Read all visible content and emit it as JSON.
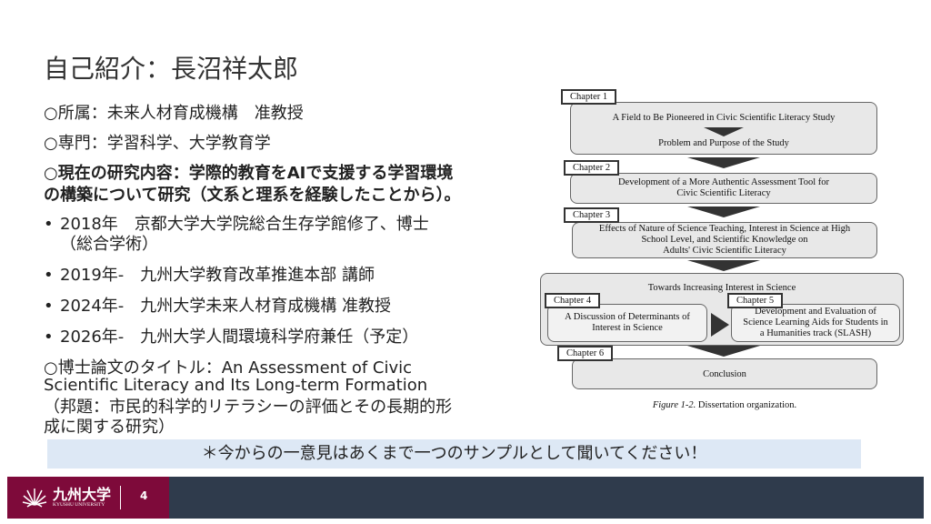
{
  "slide": {
    "title": "自己紹介：長沼祥太郎",
    "affiliation": "○所属：未来人材育成機構　准教授",
    "specialty": "○専門：学習科学、大学教育学",
    "research_1": "○現在の研究内容：学際的教育をAIで支援する学習環境",
    "research_2": "の構築について研究（文系と理系を経験したことから）。",
    "history": [
      {
        "line1": "2018年　京都大学大学院総合生存学館修了、博士",
        "line2": "（総合学術）"
      },
      {
        "line1": "2019年-　九州大学教育改革推進本部 講師"
      },
      {
        "line1": "2024年-　九州大学未来人材育成機構 准教授"
      },
      {
        "line1": "2026年-　九州大学人間環境科学府兼任（予定）"
      }
    ],
    "thesis_1": "○博士論文のタイトル：An Assessment of Civic",
    "thesis_2": "Scientific Literacy and Its Long-term Formation",
    "thesis_3": "（邦題：市民的科学的リテラシーの評価とその長期的形",
    "thesis_4": "成に関する研究）",
    "notice": "＊今からの一意見はあくまで一つのサンプルとして聞いてください！"
  },
  "figure": {
    "ch1": "Chapter 1",
    "ch1_a": "A Field to Be Pioneered in Civic Scientific Literacy Study",
    "ch1_b": "Problem and Purpose of the Study",
    "ch2": "Chapter 2",
    "ch2_a": "Development of a More Authentic Assessment Tool for",
    "ch2_b": "Civic Scientific Literacy",
    "ch3": "Chapter 3",
    "ch3_a": "Effects of Nature of Science Teaching, Interest in Science at High",
    "ch3_b": "School Level, and Scientific Knowledge on",
    "ch3_c": "Adults' Civic Scientific Literacy",
    "group": "Towards Increasing Interest in Science",
    "ch4": "Chapter 4",
    "ch4_a": "A Discussion of Determinants of",
    "ch4_b": "Interest in Science",
    "ch5": "Chapter 5",
    "ch5_a": "Development and Evaluation of",
    "ch5_b": "Science Learning Aids for Students in",
    "ch5_c": "a Humanities track (SLASH)",
    "ch6": "Chapter 6",
    "ch6_a": "Conclusion",
    "caption_italic": "Figure 1-2.",
    "caption": " Dissertation organization."
  },
  "footer": {
    "logo_text": "九州大学",
    "logo_sub": "KYUSHU UNIVERSITY",
    "page": "4",
    "brand_color": "#7e0a3a",
    "bar_color": "#2f3b4c"
  }
}
